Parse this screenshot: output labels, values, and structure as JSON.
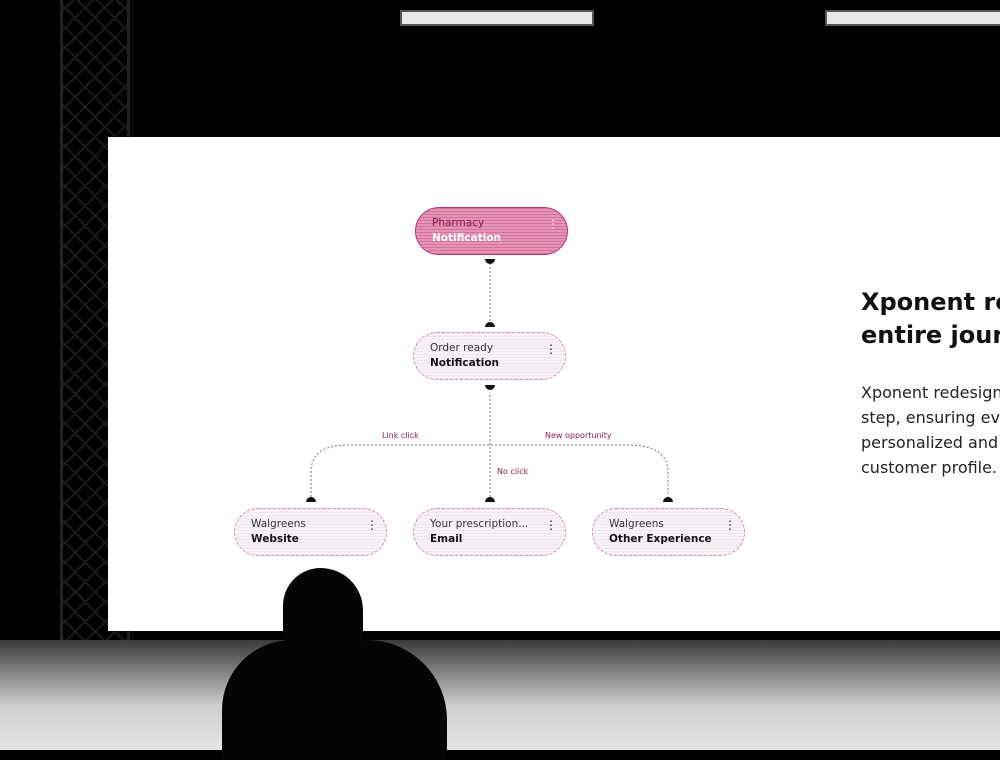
{
  "diagram": {
    "nodes": [
      {
        "line1": "Pharmacy",
        "line2": "Notification"
      },
      {
        "line1": "Order ready",
        "line2": "Notification"
      },
      {
        "line1": "Walgreens",
        "line2": "Website"
      },
      {
        "line1": "Your prescription...",
        "line2": "Email"
      },
      {
        "line1": "Walgreens",
        "line2": "Other Experience"
      }
    ],
    "edges": {
      "left": "Link click",
      "middle": "No click",
      "right": "New opportunity"
    },
    "menu_icon": "⋮"
  },
  "slide": {
    "heading_line1": "Xponent re",
    "heading_line2": "entire jour",
    "body": [
      "Xponent redesign",
      "step, ensuring ev",
      "personalized and",
      "customer profile."
    ]
  },
  "colors": {
    "accent": "#b43a75",
    "node_fill": "#f3ecf4"
  }
}
